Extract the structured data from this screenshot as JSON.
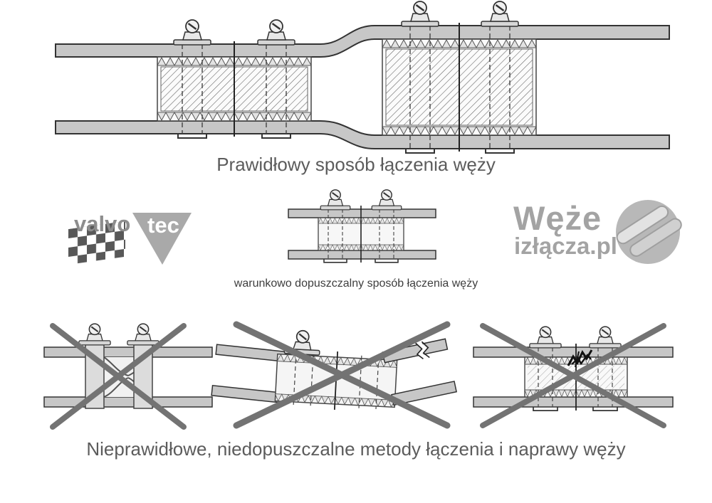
{
  "captions": {
    "correct": "Prawidłowy sposób łączenia węży",
    "conditional": "warunkowo dopuszczalny sposób łączenia węży",
    "incorrect": "Nieprawidłowe, niedopuszczalne metody łączenia i naprawy węży"
  },
  "logos": {
    "valvotec": {
      "part1": "valvo",
      "part2": "tec"
    },
    "weze_izlacza": {
      "line1": "Węże",
      "line2": "izłącza.pl"
    }
  },
  "colors": {
    "background": "#ffffff",
    "hose_fill": "#c7c7c7",
    "drawing_outline": "#333333",
    "connector_fill": "#f9f9f9",
    "caption_gray": "#5c5c5c",
    "logo_gray": "#a3a3a3",
    "cross_out_gray": "#737373"
  }
}
